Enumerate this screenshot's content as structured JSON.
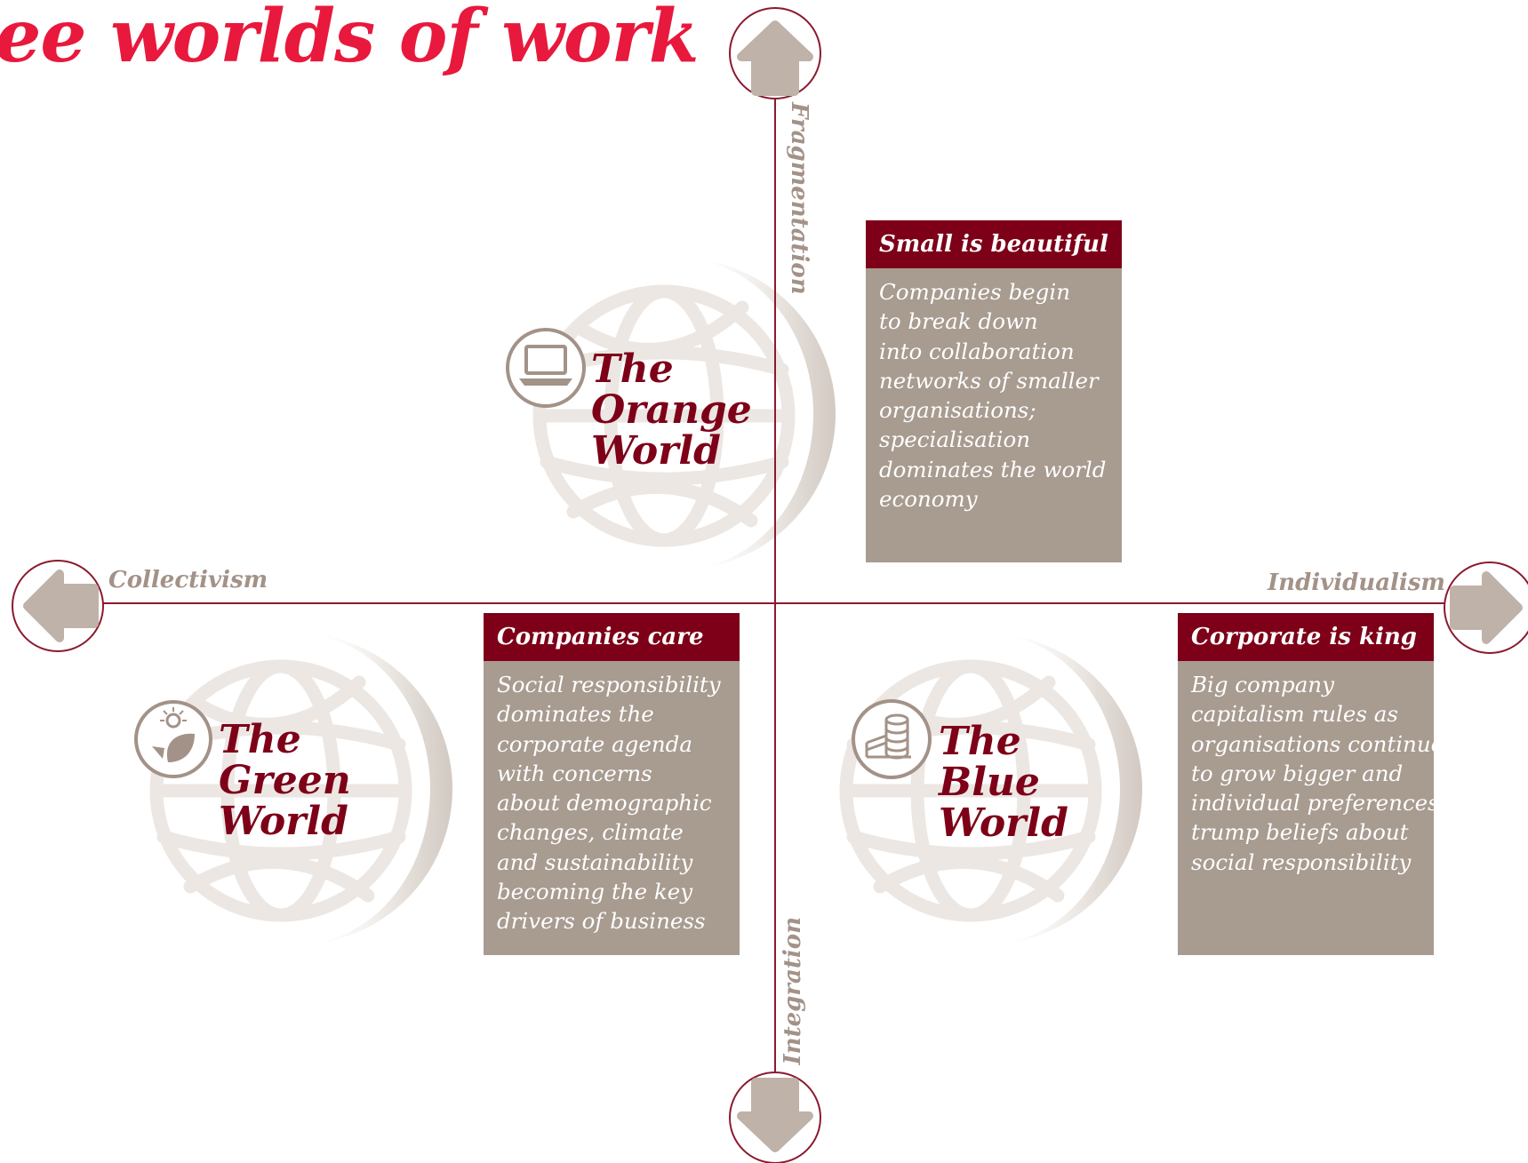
{
  "title": "ree worlds of work",
  "axes": {
    "top": "Fragmentation",
    "bottom": "Integration",
    "left": "Collectivism",
    "right": "Individualism"
  },
  "worlds": [
    {
      "id": "orange",
      "icon": "laptop-icon",
      "label_lines": [
        "The",
        "Orange",
        "World"
      ],
      "box_title": "Small is beautiful",
      "box_lines": [
        "Companies begin",
        "to break down",
        "into collaboration",
        "networks of smaller",
        "organisations;",
        "specialisation",
        "dominates the world",
        "economy"
      ]
    },
    {
      "id": "green",
      "icon": "leaf-sun-icon",
      "label_lines": [
        "The",
        "Green",
        "World"
      ],
      "box_title": "Companies care",
      "box_lines": [
        "Social responsibility",
        "dominates the",
        "corporate agenda",
        "with concerns",
        "about demographic",
        "changes, climate",
        "and sustainability",
        "becoming the key",
        "drivers of business"
      ]
    },
    {
      "id": "blue",
      "icon": "coins-icon",
      "label_lines": [
        "The",
        "Blue",
        "World"
      ],
      "box_title": "Corporate is king",
      "box_lines": [
        "Big company",
        "capitalism rules as",
        "organisations continue",
        "to grow bigger and",
        "individual preferences",
        "trump beliefs about",
        "social responsibility"
      ]
    }
  ],
  "colors": {
    "accent_red": "#e8193c",
    "dark_red": "#7d0018",
    "taupe": "#a89b90",
    "arrow_grey": "#bfb2a8",
    "globe_grey": "#ece7e3"
  }
}
